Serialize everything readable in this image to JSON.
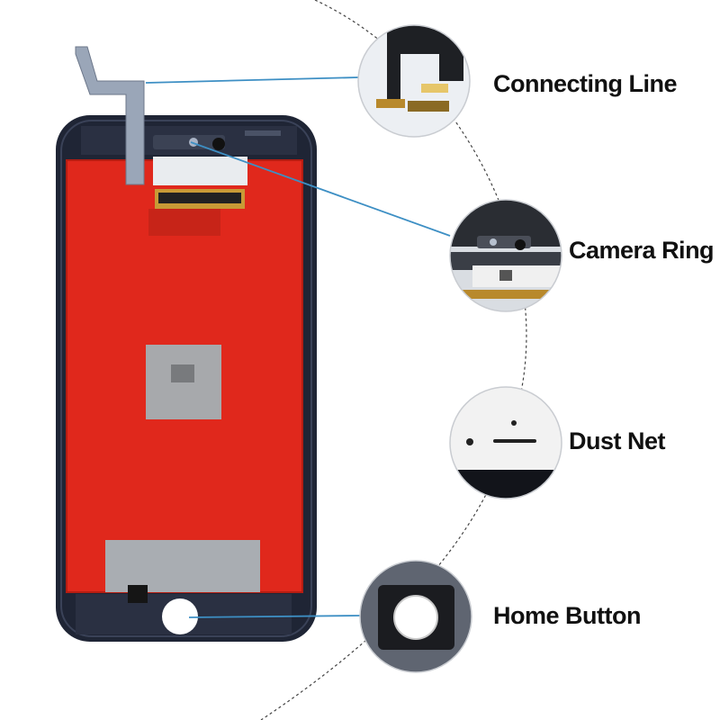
{
  "labels": {
    "connecting_line": "Connecting Line",
    "camera_ring": "Camera Ring",
    "dust_net": "Dust Net",
    "home_button": "Home Button"
  },
  "colors": {
    "panel_frame": "#1f2535",
    "red_backing": "#e0281c",
    "callout_line": "#3d8fc4",
    "flex_cable": "#9aa6b8",
    "label_text": "#111111"
  }
}
